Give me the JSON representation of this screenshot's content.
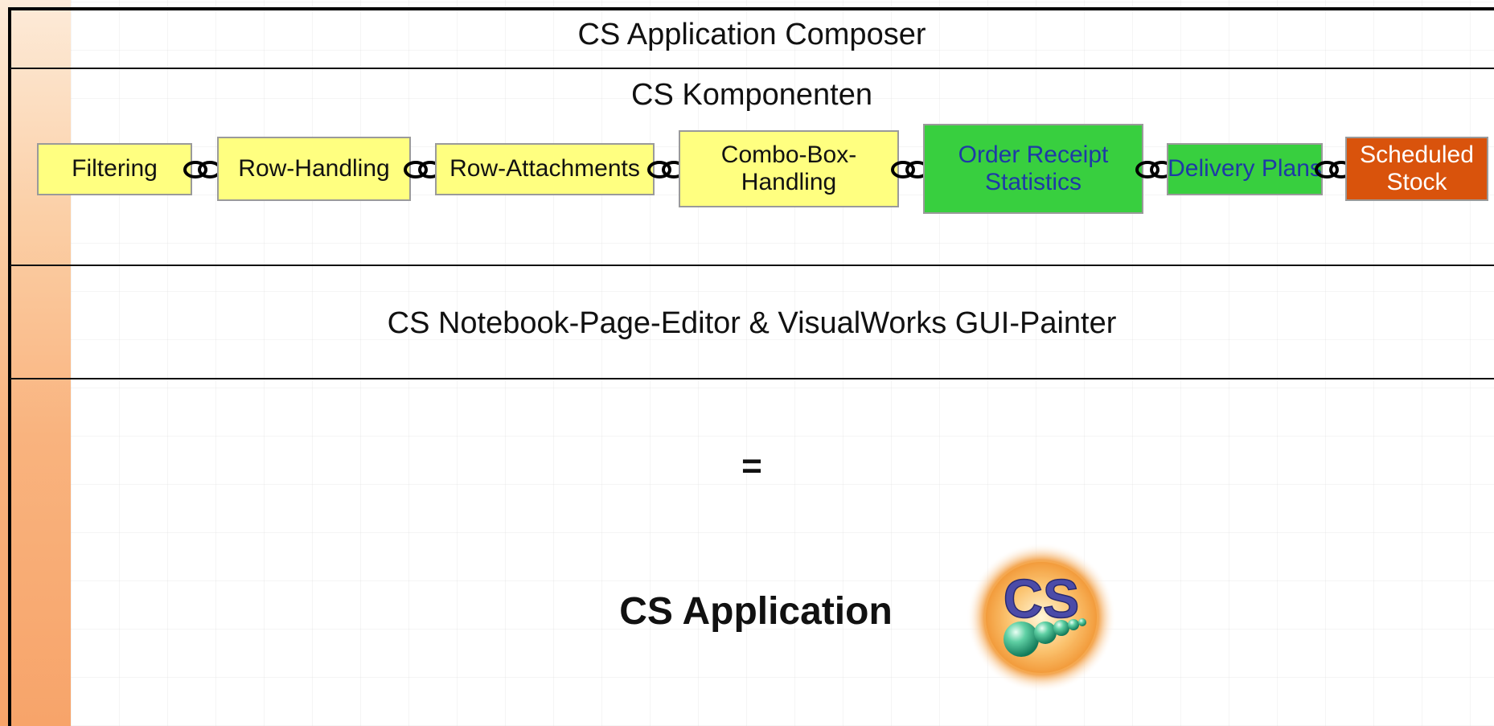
{
  "title": "CS Application Composer",
  "components": {
    "heading": "CS Komponenten",
    "items": [
      {
        "label": "Filtering",
        "color": "#ffff80"
      },
      {
        "label": "Row-Handling",
        "color": "#ffff80"
      },
      {
        "label": "Row-Attachments",
        "color": "#ffff80"
      },
      {
        "label": "Combo-Box-\nHandling",
        "color": "#ffff80"
      },
      {
        "label": "Order Receipt\nStatistics",
        "color": "#38cf3f"
      },
      {
        "label": "Delivery Plans",
        "color": "#38cf3f"
      },
      {
        "label": "Scheduled\nStock",
        "color": "#d9530c"
      }
    ]
  },
  "editor_heading": "CS Notebook-Page-Editor & VisualWorks GUI-Painter",
  "equals": "=",
  "result": {
    "label": "CS Application",
    "logo_text": "CS",
    "logo_icon": "cs-logo-icon"
  },
  "colors": {
    "sidebar_gradient_top": "#fdebd9",
    "sidebar_gradient_bottom": "#f7a46a",
    "accent_green": "#38cf3f",
    "accent_orange": "#d9530c"
  }
}
